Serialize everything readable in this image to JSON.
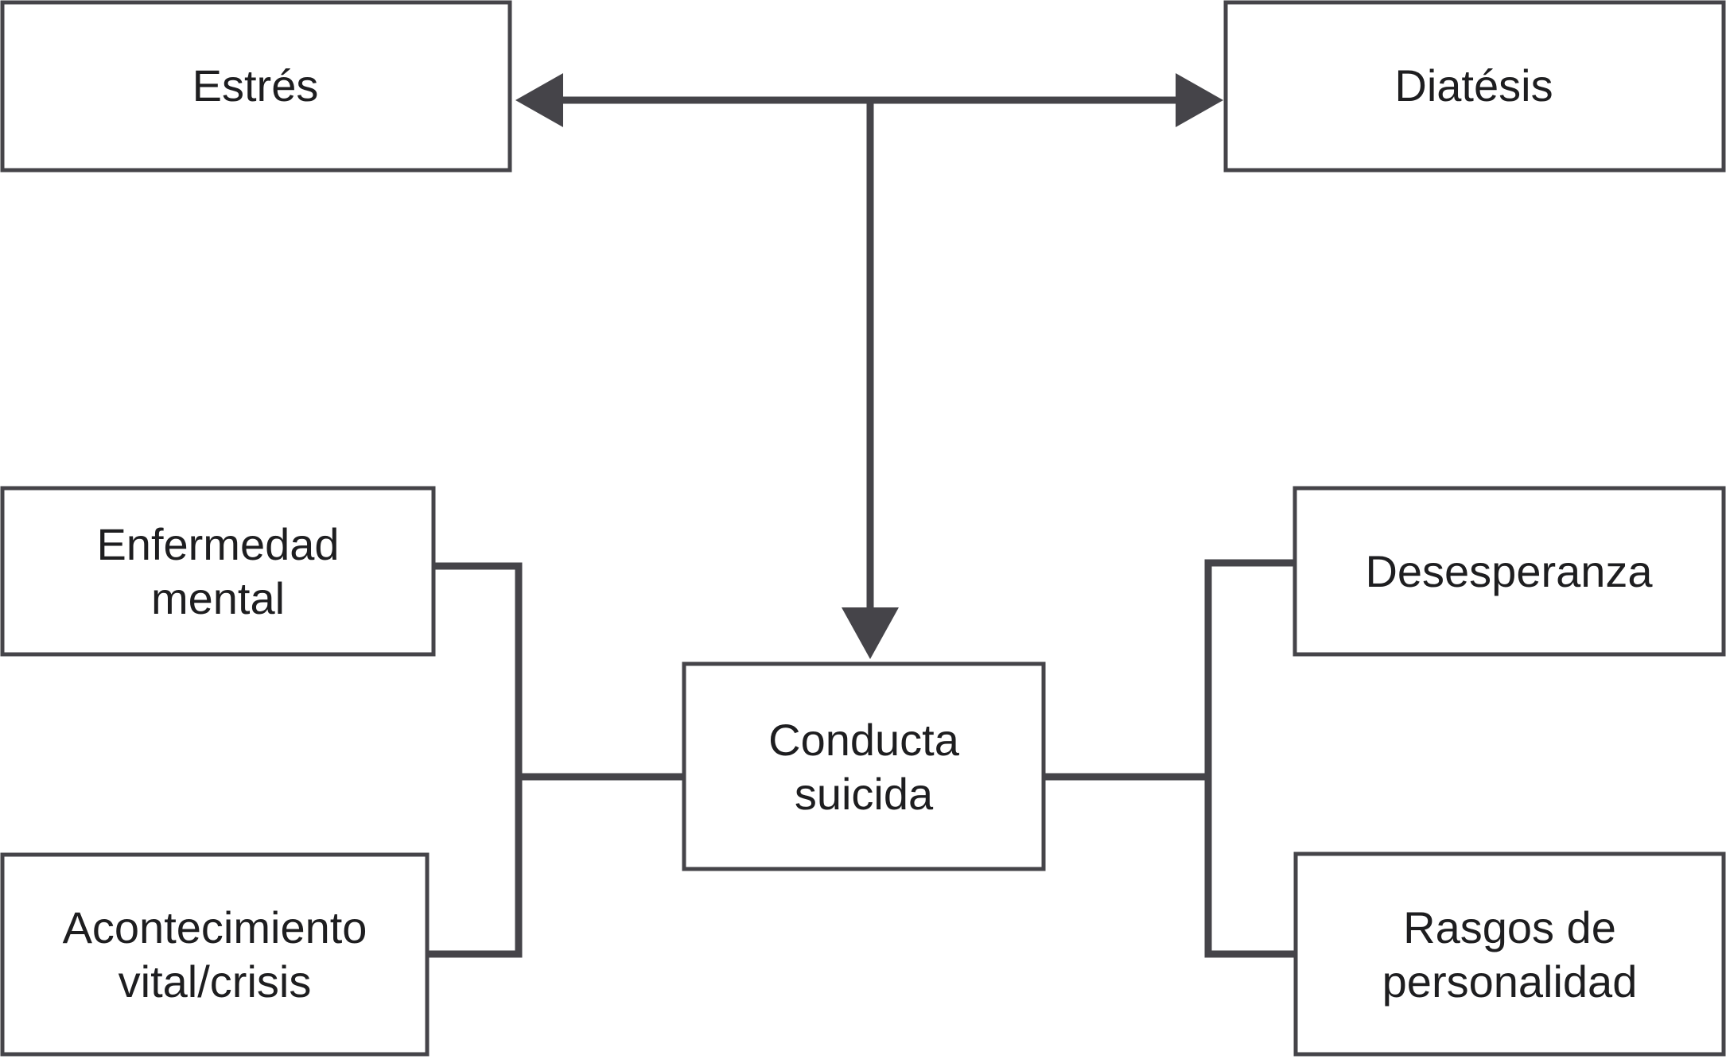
{
  "boxes": {
    "estres": {
      "label": "Estrés"
    },
    "diatesis": {
      "label": "Diatésis"
    },
    "enfermedad_mental": {
      "line1": "Enfermedad",
      "line2": "mental"
    },
    "acontecimiento_vital": {
      "line1": "Acontecimiento",
      "line2": "vital/crisis"
    },
    "conducta_suicida": {
      "line1": "Conducta",
      "line2": "suicida"
    },
    "desesperanza": {
      "label": "Desesperanza"
    },
    "rasgos_personalidad": {
      "line1": "Rasgos de",
      "line2": "personalidad"
    }
  },
  "edges": [
    {
      "from": "Estrés",
      "to": "Diatésis",
      "type": "double-headed-arrow"
    },
    {
      "from": "Estrés/Diatésis interaction",
      "to": "Conducta suicida",
      "type": "arrow-down"
    },
    {
      "from": "Enfermedad mental",
      "to": "Conducta suicida",
      "type": "bracket-line"
    },
    {
      "from": "Acontecimiento vital/crisis",
      "to": "Conducta suicida",
      "type": "bracket-line"
    },
    {
      "from": "Desesperanza",
      "to": "Conducta suicida",
      "type": "bracket-line"
    },
    {
      "from": "Rasgos de personalidad",
      "to": "Conducta suicida",
      "type": "bracket-line"
    }
  ],
  "colors": {
    "line": "#454449",
    "text": "#1e1e20",
    "background": "#ffffff",
    "box_fill": "#ffffff"
  }
}
